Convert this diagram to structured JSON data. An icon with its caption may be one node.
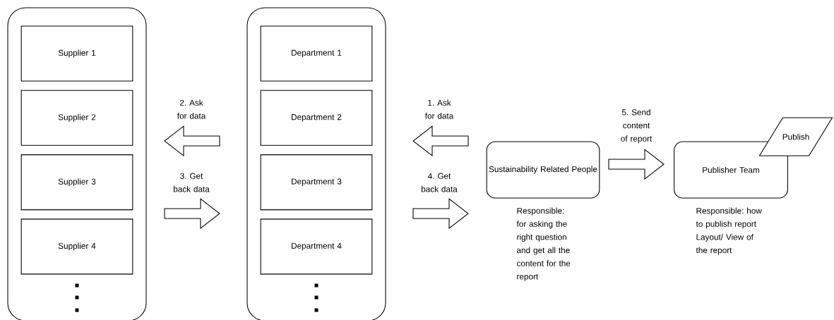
{
  "diagram": {
    "nodes": [
      {
        "text": [],
        "shape": "box"
      },
      {
        "text": [
          "Supplier 1"
        ],
        "in": 0
      },
      {
        "text": [
          "Supplier 2"
        ],
        "in": 0
      },
      {
        "text": [
          "Supplier 3"
        ],
        "in": 0
      },
      {
        "text": [
          "Supplier 4"
        ],
        "in": 0
      },
      {
        "text": [],
        "shape": "box"
      },
      {
        "text": [
          "Department 1"
        ],
        "in": 5
      },
      {
        "text": [
          "Department 2"
        ],
        "in": 5
      },
      {
        "text": [
          "Department 3"
        ],
        "in": 5
      },
      {
        "text": [
          "Department 4"
        ],
        "in": 5
      },
      {
        "text": [
          "Sustainability Related People"
        ],
        "beside": [
          "Responsible: for asking the right question and get all the content for the report"
        ]
      },
      {
        "text": [
          "Publisher Team"
        ],
        "beside": [
          "Responsible: how to publish report Layout/ View of the report"
        ]
      },
      {
        "text": [
          "Publish"
        ]
      }
    ],
    "edges": [
      {
        "from": 10,
        "to": 5,
        "arrow": "to",
        "label": "1. Ask for data"
      },
      {
        "from": 5,
        "to": 0,
        "arrow": "to",
        "label": "2. Ask for data"
      },
      {
        "from": 0,
        "to": 5,
        "arrow": "to",
        "label": "3. Get back data"
      },
      {
        "from": 5,
        "to": 10,
        "arrow": "to",
        "label": "4. Get back data"
      },
      {
        "from": 10,
        "to": 11,
        "arrow": "to",
        "label": "5. Send content of report"
      }
    ]
  }
}
